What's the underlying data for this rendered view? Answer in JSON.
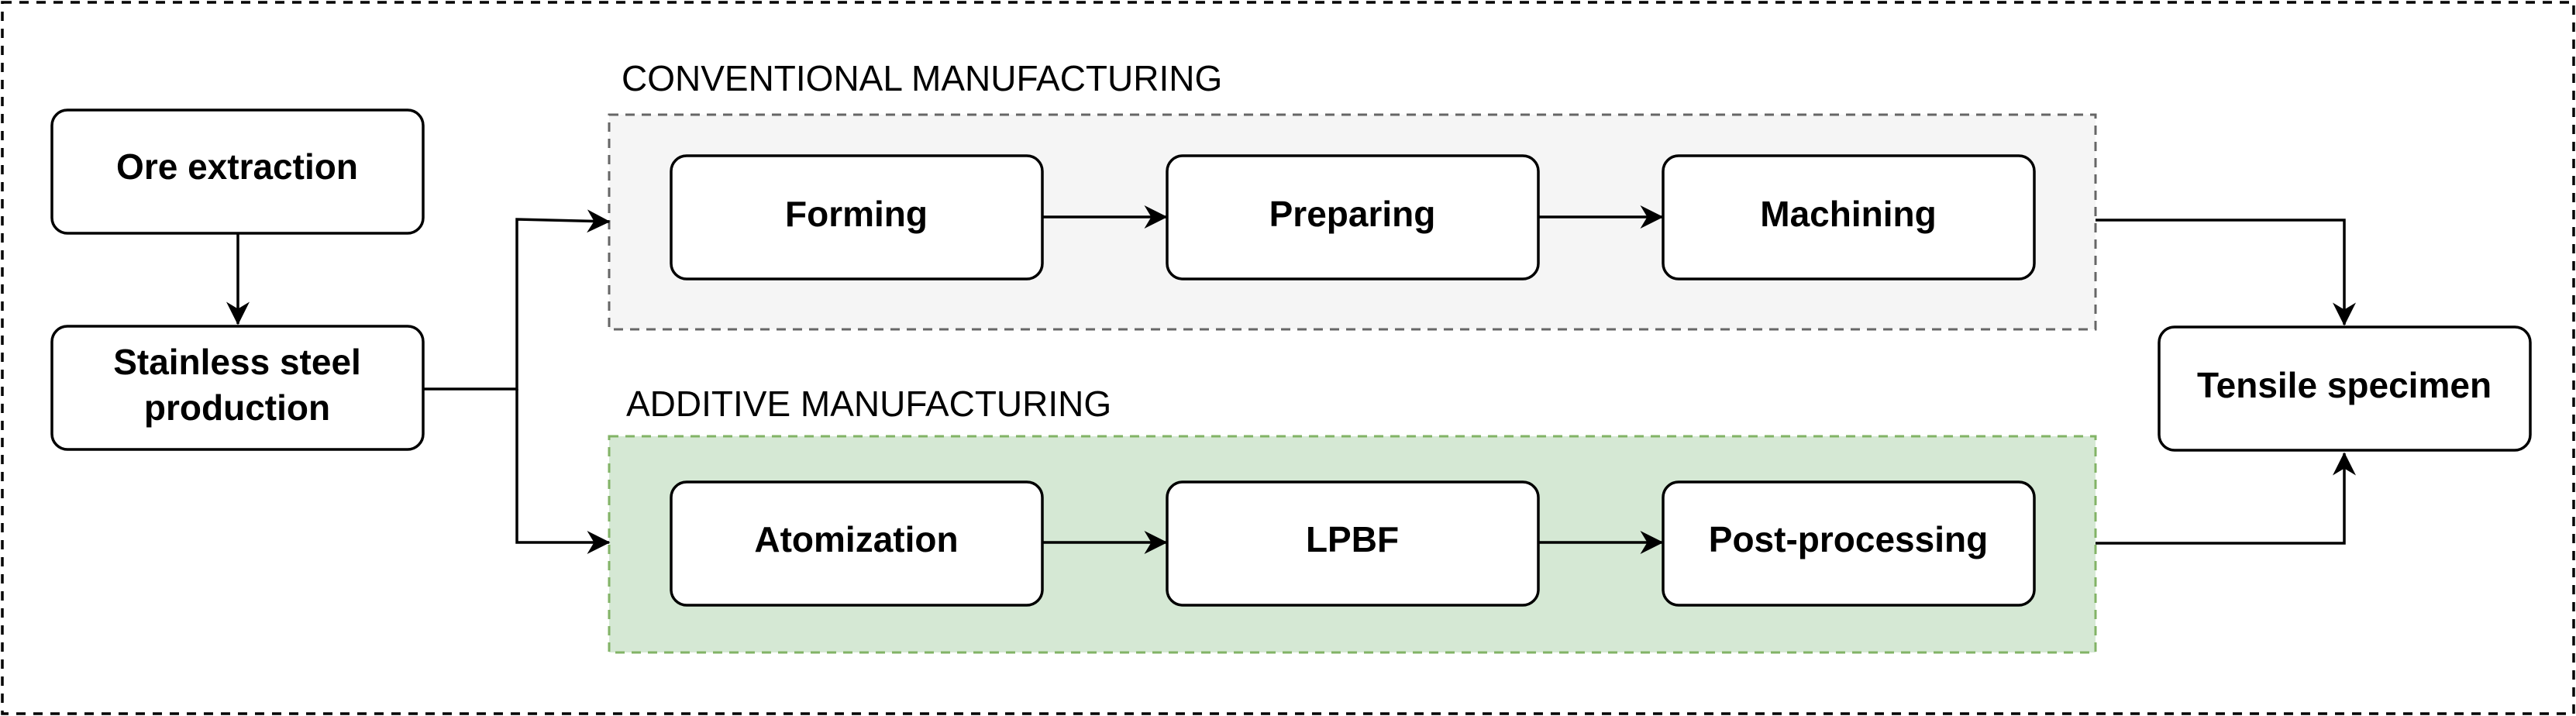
{
  "colors": {
    "conventional_fill": "#f5f5f5",
    "conventional_border": "#666666",
    "additive_fill": "#d5e8d4",
    "additive_border": "#82b366",
    "node_fill": "#ffffff",
    "stroke": "#000000"
  },
  "groups": {
    "conventional": {
      "title": "CONVENTIONAL MANUFACTURING"
    },
    "additive": {
      "title": "ADDITIVE MANUFACTURING"
    }
  },
  "nodes": {
    "ore": {
      "label": "Ore extraction"
    },
    "steel": {
      "label_line1": "Stainless steel",
      "label_line2": "production"
    },
    "forming": {
      "label": "Forming"
    },
    "preparing": {
      "label": "Preparing"
    },
    "machining": {
      "label": "Machining"
    },
    "atomization": {
      "label": "Atomization"
    },
    "lpbf": {
      "label": "LPBF"
    },
    "post": {
      "label": "Post-processing"
    },
    "tensile": {
      "label": "Tensile specimen"
    }
  },
  "edges": [
    "ore -> steel",
    "steel -> conventional",
    "steel -> additive",
    "forming -> preparing",
    "preparing -> machining",
    "atomization -> lpbf",
    "lpbf -> post",
    "conventional -> tensile",
    "additive -> tensile"
  ]
}
